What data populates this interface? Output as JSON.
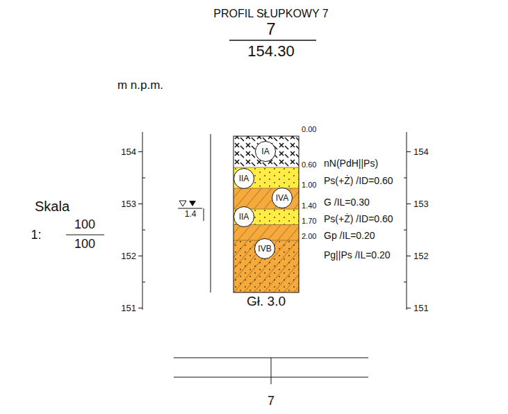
{
  "diagram": {
    "title": "PROFIL SŁUPKOWY 7",
    "nodes": [
      {
        "text": [
          "IA"
        ]
      },
      {
        "text": [
          "IIA"
        ]
      },
      {
        "text": [
          "IVA"
        ]
      },
      {
        "text": [
          "IIA"
        ]
      },
      {
        "text": [
          "IVB"
        ]
      }
    ],
    "labels": [
      "7",
      "154.30",
      "m n.p.m.",
      "Skala",
      "1:",
      "100",
      "100",
      "154",
      "153",
      "152",
      "151",
      "154",
      "153",
      "152",
      "151",
      "1.4",
      "0.00",
      "0.60",
      "nN(PdH||Ps)",
      "1.00",
      "Ps(+Ż) /ID=0.60",
      "1.40",
      "G /IL=0.30",
      "1.70",
      "Ps(+Ż) /ID=0.60",
      "2.00",
      "Gp /IL=0.20",
      "Pg||Ps /IL=0.20",
      "Gł. 3.0",
      "7"
    ]
  }
}
